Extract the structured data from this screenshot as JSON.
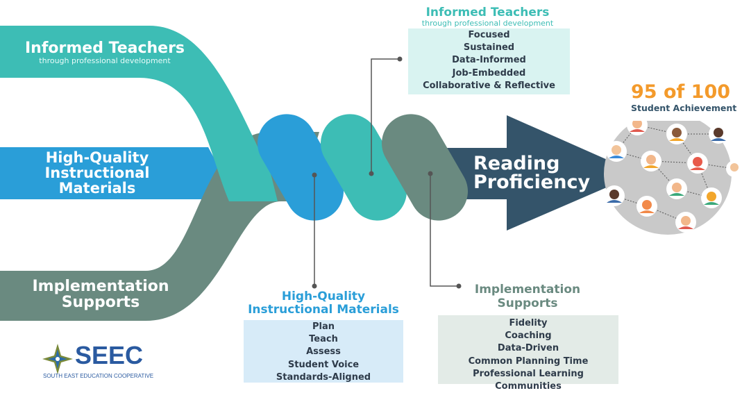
{
  "streams": {
    "teachers_title": "Informed Teachers",
    "teachers_sub": "through professional development",
    "materials_title_1": "High-Quality",
    "materials_title_2": "Instructional",
    "materials_title_3": "Materials",
    "supports_title_1": "Implementation",
    "supports_title_2": "Supports"
  },
  "outcome": {
    "arrow_1": "Reading",
    "arrow_2": "Proficiency",
    "score": "95 of 100",
    "score_label": "Student Achievement"
  },
  "teachers_box": {
    "title": "Informed Teachers",
    "sub": "through professional development",
    "items": [
      "Focused",
      "Sustained",
      "Data-Informed",
      "Job-Embedded",
      "Collaborative & Reflective"
    ]
  },
  "materials_box": {
    "title_1": "High-Quality",
    "title_2": "Instructional Materials",
    "items": [
      "Plan",
      "Teach",
      "Assess",
      "Student Voice",
      "Standards-Aligned"
    ]
  },
  "supports_box": {
    "title_1": "Implementation",
    "title_2": "Supports",
    "items": [
      "Fidelity",
      "Coaching",
      "Data-Driven",
      "Common Planning Time",
      "Professional Learning Communities"
    ]
  },
  "logo": {
    "name": "SEEC",
    "tagline": "SOUTH EAST EDUCATION COOPERATIVE"
  },
  "colors": {
    "teal": "#3dbdb5",
    "blue": "#2a9ed8",
    "gray_green": "#6a8a80",
    "navy": "#34546a",
    "orange": "#f39a2b"
  }
}
